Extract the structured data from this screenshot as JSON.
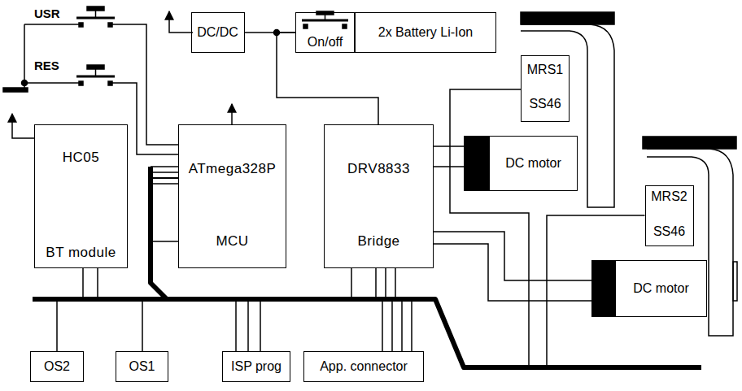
{
  "diagram": {
    "nodes": [
      {
        "text": [
          "DC/DC"
        ]
      },
      {
        "text": [
          "On/off"
        ]
      },
      {
        "text": [
          "2x Battery Li-Ion"
        ]
      },
      {
        "text": [
          "MRS1",
          "SS46"
        ]
      },
      {
        "text": [
          "HC05",
          "BT module"
        ]
      },
      {
        "text": [
          "ATmega328P",
          "MCU"
        ]
      },
      {
        "text": [
          "DRV8833",
          "Bridge"
        ]
      },
      {
        "text": [
          "DC motor"
        ]
      },
      {
        "text": [
          "MRS2",
          "SS46"
        ]
      },
      {
        "text": [
          "DC motor"
        ]
      },
      {
        "text": [
          "OS2"
        ]
      },
      {
        "text": [
          "OS1"
        ]
      },
      {
        "text": [
          "ISP prog"
        ]
      },
      {
        "text": [
          "App. connector"
        ]
      }
    ],
    "edges": [
      {
        "from": 1,
        "to": 0,
        "arrow": "none"
      },
      {
        "from": 1,
        "to": 6,
        "arrow": "none"
      },
      {
        "from": 6,
        "to": 7,
        "arrow": "none"
      },
      {
        "from": 6,
        "to": 7,
        "arrow": "none"
      },
      {
        "from": 6,
        "to": 9,
        "arrow": "none"
      },
      {
        "from": 6,
        "to": 9,
        "arrow": "none"
      },
      {
        "from": 5,
        "to": 4,
        "arrow": "none"
      },
      {
        "from": 5,
        "to": 10,
        "arrow": "none"
      },
      {
        "from": 5,
        "to": 11,
        "arrow": "none"
      },
      {
        "from": 5,
        "to": 12,
        "arrow": "none"
      },
      {
        "from": 5,
        "to": 13,
        "arrow": "none"
      },
      {
        "from": 5,
        "to": 6,
        "arrow": "none"
      },
      {
        "from": 5,
        "to": 3,
        "arrow": "none"
      },
      {
        "from": 5,
        "to": 8,
        "arrow": "none"
      }
    ],
    "labels": [
      "USR",
      "RES"
    ]
  }
}
